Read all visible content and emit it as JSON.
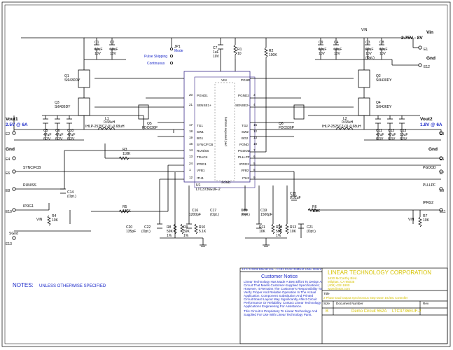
{
  "inputs": {
    "vin": {
      "label": "Vin",
      "range": "2.75V - 8V",
      "pin": "E1"
    },
    "gnd_top_right": {
      "label": "Gnd",
      "pin": "E12"
    },
    "vout1": {
      "label": "Vout1",
      "value": "2.5V @ 6A",
      "pin": "E2"
    },
    "vout2": {
      "label": "Vout2",
      "value": "1.8V @ 6A",
      "pin": "E3"
    },
    "gnd_left": {
      "label": "Gnd",
      "pin": "E4"
    },
    "gnd_right": {
      "label": "Gnd",
      "pin": "E5"
    },
    "syncfcb": {
      "label": "SYNC/FCB",
      "pin": "E6"
    },
    "runss": {
      "label": "RUN/SS",
      "pin": "E8"
    },
    "iprg1": {
      "label": "IPRG1",
      "pin": "E10"
    },
    "sgnd": {
      "label": "SGnd",
      "pin": "E13"
    },
    "pgood": {
      "label": "PGOOD",
      "pin": "E7"
    },
    "plllpf": {
      "label": "PLLLPF",
      "pin": "E9"
    },
    "iprg2": {
      "label": "IPRG2",
      "pin": "E11"
    },
    "vin_small": "VIN"
  },
  "ic": {
    "ref": "U1",
    "part": "LTC3736EUF-2",
    "exposed_pad": "bottom exposed pad",
    "pins_left": [
      {
        "num": "20",
        "name": "PGND1"
      },
      {
        "num": "21",
        "name": "SENSE1+"
      },
      {
        "num": "17",
        "name": "TG1"
      },
      {
        "num": "18",
        "name": "SW1"
      },
      {
        "num": "19",
        "name": "BG1"
      },
      {
        "num": "16",
        "name": "SYNC/FCB"
      },
      {
        "num": "14",
        "name": "RUN/SS"
      },
      {
        "num": "13",
        "name": "TRACK"
      },
      {
        "num": "24",
        "name": "IPRG1"
      },
      {
        "num": "1",
        "name": "VFB1"
      },
      {
        "num": "12",
        "name": "ITH1"
      }
    ],
    "pins_right": [
      {
        "num": "3",
        "name": "PGND2"
      },
      {
        "num": "4",
        "name": "SENSE2+"
      },
      {
        "num": "15",
        "name": "TG2"
      },
      {
        "num": "12",
        "name": "SW2"
      },
      {
        "num": "13",
        "name": "BG2"
      },
      {
        "num": "10",
        "name": "PGND"
      },
      {
        "num": "7",
        "name": "PGOOD"
      },
      {
        "num": "6",
        "name": "PLLLPF"
      },
      {
        "num": "5",
        "name": "IPRG2"
      },
      {
        "num": "8",
        "name": "VFB2"
      },
      {
        "num": "9",
        "name": "ITH2"
      }
    ],
    "top_pins": [
      "VIN",
      "PGND"
    ],
    "bottom_pin": "SGND"
  },
  "components": {
    "c1": {
      "ref": "C1",
      "value": "10uF",
      "rating": "10V"
    },
    "c2": {
      "ref": "C2",
      "value": "10uF",
      "rating": "10V"
    },
    "c7": {
      "ref": "C7",
      "value": "1uF",
      "rating": "10V"
    },
    "r1": {
      "ref": "R1",
      "value": "10"
    },
    "r2": {
      "ref": "R2",
      "value": "100K"
    },
    "jp1": {
      "ref": "JP1",
      "label": "Mode"
    },
    "mode_pulse": "Pulse Skipping",
    "mode_cont": "Continuous",
    "c9": {
      "ref": "C9",
      "value": "10uF",
      "rating": "10V"
    },
    "c4": {
      "ref": "C4",
      "value": "10uF",
      "rating": "10V"
    },
    "c3": {
      "ref": "C3",
      "value": "22uF",
      "rating": "10V",
      "extra": "(Opt.)"
    },
    "c8": {
      "ref": "C8",
      "value": "10uF",
      "rating": "10V"
    },
    "vin_small": "VIN",
    "q1": {
      "ref": "Q1",
      "part": "Si9430DY"
    },
    "q3": {
      "ref": "Q3",
      "part": "Si6436DY"
    },
    "q2": {
      "ref": "Q2",
      "part": "Si9430DY"
    },
    "q4": {
      "ref": "Q4",
      "part": "Si6436DY"
    },
    "q5": {
      "ref": "Q5",
      "part": "FDC636P"
    },
    "q6": {
      "ref": "Q6",
      "part": "FDC636P"
    },
    "l1": {
      "ref": "L1",
      "value": "0.68uH",
      "part": "IHLP-2525CZ-01-0.68uH"
    },
    "l2": {
      "ref": "L2",
      "value": "0.68uH",
      "part": "IHLP-2525CZ-01-0.68uH"
    },
    "c5": {
      "ref": "C5",
      "value": "47uF",
      "rating": "6.3V"
    },
    "c6": {
      "ref": "C6",
      "value": "47uF",
      "rating": "6.3V"
    },
    "c10": {
      "ref": "C10",
      "value": "47uF",
      "rating": "6.3V"
    },
    "c11": {
      "ref": "C11",
      "value": "47uF",
      "rating": "6.3V"
    },
    "c12": {
      "ref": "C12",
      "value": "47uF",
      "rating": "6.3V"
    },
    "c13": {
      "ref": "C13",
      "value": "10uF",
      "rating": "6.3V"
    },
    "r3": {
      "ref": "R3",
      "value": "118K"
    },
    "r5": {
      "ref": "R5",
      "value": "187K"
    },
    "r6": {
      "ref": "R6",
      "value": "118K"
    },
    "r4": {
      "ref": "R4",
      "value": "10K"
    },
    "r7": {
      "ref": "R7",
      "value": "10K"
    },
    "c14": {
      "ref": "C14",
      "value": "(Opt.)"
    },
    "c15": {
      "ref": "C15",
      "value": "0.01uF"
    },
    "c16": {
      "ref": "C16",
      "value": "1200pF"
    },
    "c17": {
      "ref": "C17",
      "value": "(Opt.)"
    },
    "c18": {
      "ref": "C18",
      "value": "(Opt.)"
    },
    "c19": {
      "ref": "C19",
      "value": "1500pF"
    },
    "c20": {
      "ref": "C20",
      "value": "135pF"
    },
    "c21": {
      "ref": "C21",
      "value": "(Opt.)"
    },
    "c22": {
      "ref": "C22",
      "value": "(Opt.)"
    },
    "r8": {
      "ref": "R8",
      "value": "59K",
      "tol": "1%"
    },
    "r9": {
      "ref": "R9",
      "value": "59K",
      "tol": "1%"
    },
    "r10": {
      "ref": "R10",
      "value": "5.1K"
    },
    "r11": {
      "ref": "R11",
      "value": "10K"
    },
    "r12": {
      "ref": "R12",
      "value": "59K",
      "tol": "1%"
    },
    "r13": {
      "ref": "R13",
      "value": "10K"
    }
  },
  "notes": {
    "title": "NOTES:",
    "text": "UNLESS OTHERWISE SPECIFIED"
  },
  "title_block": {
    "confidential": "LTC CONFIDENTIAL - FOR CUSTOMER USE ONLY",
    "notice_title": "Customer Notice",
    "notice_text": [
      "Linear Technology Has Made A Best Effort To Design A",
      "Circuit That Meets Customer-Supplied Specifications;",
      "However, It Remains The Customer's Responsibility To",
      "Verify Proper And Reliable Operation In The Actual",
      "Application. Component Substitution And Printed",
      "Circuit Board Layout May Significantly Affect Circuit",
      "Performance Or Reliability. Contact Linear Technology",
      "Applications Engineering For Assistance.",
      "This Circuit Is Proprietary To Linear Technology And",
      "Supplied For Use With Linear Technology Parts."
    ],
    "company": "LINEAR TECHNOLOGY CORPORATION",
    "address": [
      "1630 McCarthy Blvd.",
      "Milpitas, CA 95035",
      "(408) 432-1900",
      "www.linear.com"
    ],
    "title_label": "Title",
    "title_text": "2-Phase Dual Output Synchronous Step-Down DC/DC Controller",
    "size_label": "Size",
    "size": "B",
    "docnum_label": "Document Number",
    "subtitle": "Demo Circuit 552A",
    "part": "LTC3736EUF-2",
    "rev_label": "Rev"
  }
}
